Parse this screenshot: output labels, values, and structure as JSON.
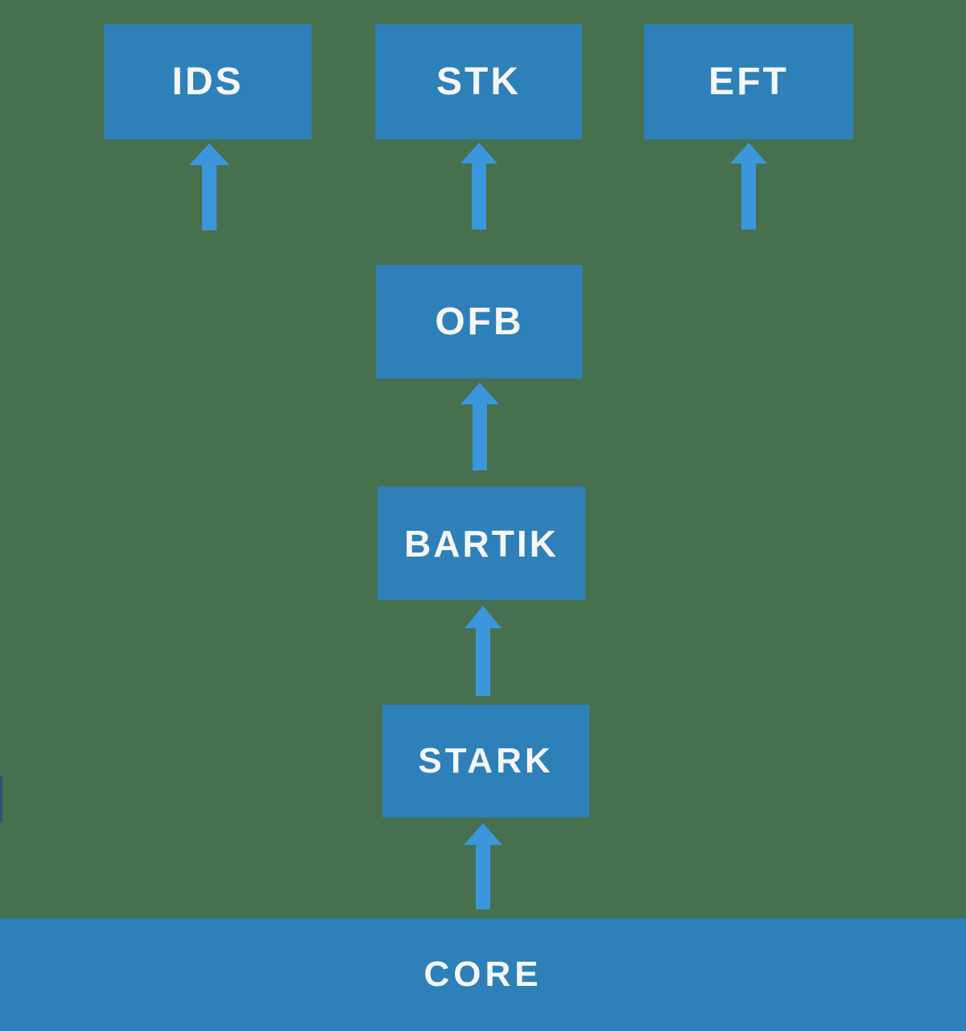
{
  "diagram": {
    "title": "Layered platform stack diagram",
    "background_color": "#47704F",
    "node_color": "#2E80B8",
    "arrow_color": "#3C96DB",
    "label_color": "#F5F6F7",
    "edge_sliver_color": "#2F5272",
    "nodes": [
      {
        "id": "ids",
        "label": "IDS",
        "row": "top",
        "column": "left"
      },
      {
        "id": "stk",
        "label": "STK",
        "row": "top",
        "column": "center"
      },
      {
        "id": "eft",
        "label": "EFT",
        "row": "top",
        "column": "right"
      },
      {
        "id": "ofb",
        "label": "OFB",
        "row": "second",
        "column": "center"
      },
      {
        "id": "bartik",
        "label": "BARTIK",
        "row": "third",
        "column": "center"
      },
      {
        "id": "stark",
        "label": "STARK",
        "row": "fourth",
        "column": "center"
      },
      {
        "id": "core",
        "label": "CORE",
        "row": "base",
        "column": "full-width"
      }
    ],
    "arrows": [
      {
        "id": "ofb-to-ids",
        "from": "OFB",
        "to": "IDS",
        "direction": "up"
      },
      {
        "id": "ofb-to-stk",
        "from": "OFB",
        "to": "STK",
        "direction": "up"
      },
      {
        "id": "ofb-to-eft",
        "from": "OFB",
        "to": "EFT",
        "direction": "up"
      },
      {
        "id": "bartik-to-ofb",
        "from": "BARTIK",
        "to": "OFB",
        "direction": "up"
      },
      {
        "id": "stark-to-bartik",
        "from": "STARK",
        "to": "BARTIK",
        "direction": "up"
      },
      {
        "id": "core-to-stark",
        "from": "CORE",
        "to": "STARK",
        "direction": "up"
      }
    ]
  }
}
